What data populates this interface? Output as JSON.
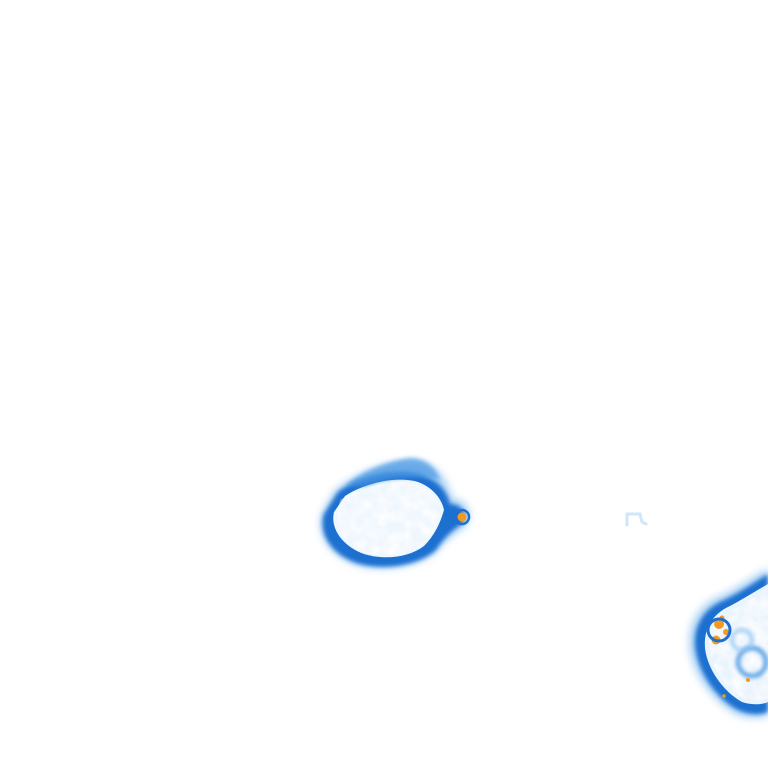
{
  "image": {
    "background_color": "#ffffff",
    "palette": {
      "pale_blue": "#cfe6fb",
      "light_blue": "#8ec3f2",
      "mid_blue": "#4a98e3",
      "deep_blue": "#1e6fd0",
      "accent_orange": "#f29a1f"
    },
    "objects": [
      {
        "name": "cell-center"
      },
      {
        "name": "cell-lower-right"
      },
      {
        "name": "small-fragment"
      }
    ]
  }
}
